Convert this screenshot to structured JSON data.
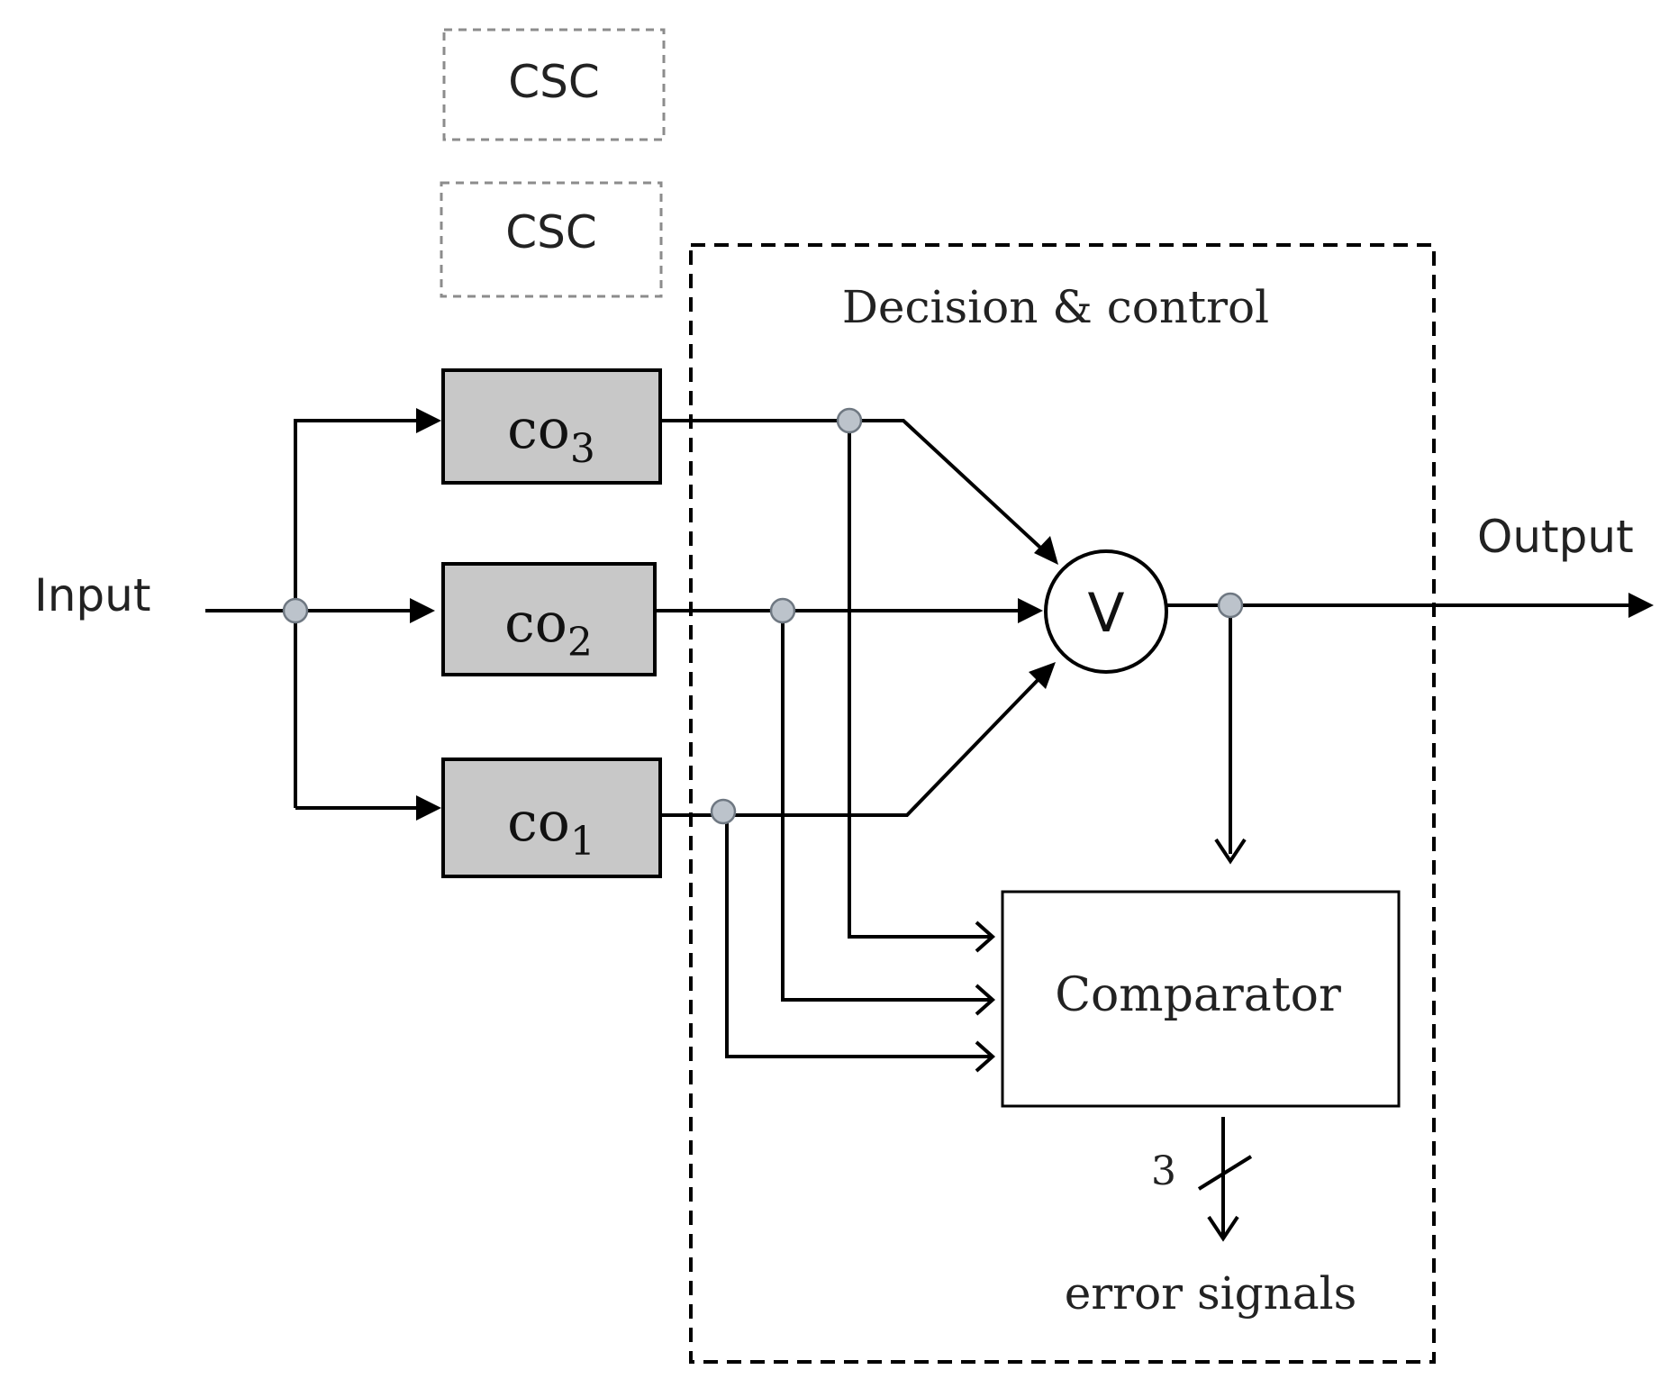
{
  "labels": {
    "input": "Input",
    "output": "Output",
    "decision_region": "Decision & control",
    "voter": "V",
    "comparator": "Comparator",
    "bus_width": "3",
    "error_signals": "error signals"
  },
  "spare_modules": [
    {
      "label": "CSC"
    },
    {
      "label": "CSC"
    }
  ],
  "modules": [
    {
      "base": "co",
      "sub": "3"
    },
    {
      "base": "co",
      "sub": "2"
    },
    {
      "base": "co",
      "sub": "1"
    }
  ],
  "colors": {
    "module_fill": "#c8c8c8",
    "junction_fill": "#bcc3cb",
    "line": "#000000"
  }
}
